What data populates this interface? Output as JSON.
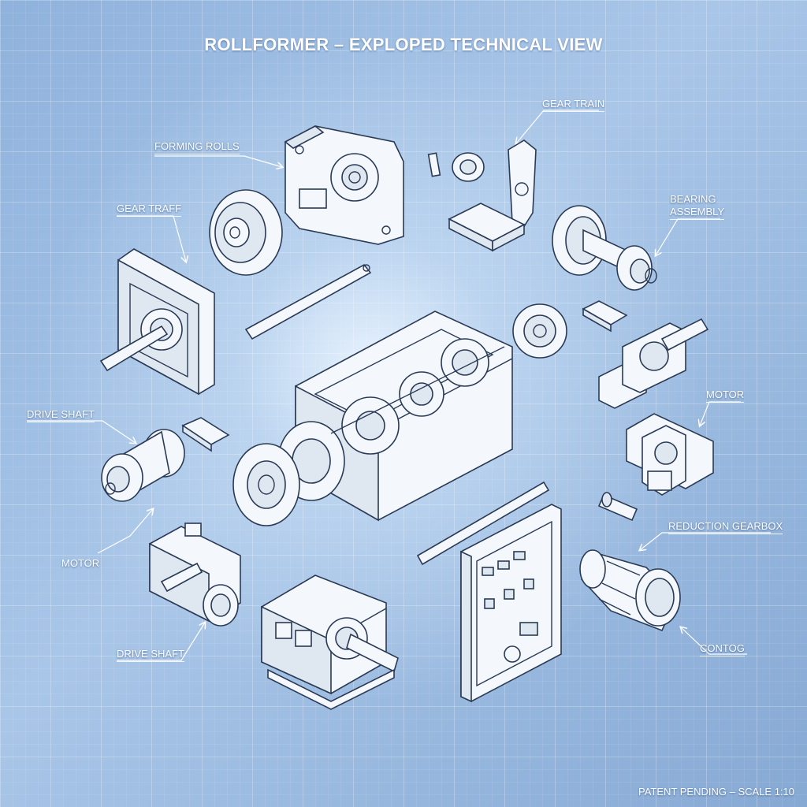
{
  "title": "ROLLFORMER – EXPLOPED TECHNICAL VIEW",
  "labels": {
    "forming_rolls": "FORMING ROLLS",
    "gear_train": "GEAR TRAIN",
    "gear_traff": "GEAR TRAFF",
    "bearing_line1": "BEARING",
    "bearing_line2": "ASSEMBLY",
    "motor_right": "MOTOR",
    "drive_shaft_left": "DRIVE SHAFT",
    "motor_left": "MOTOR",
    "reduction_gearbox": "REDUCTION GEARBOX",
    "drive_shaft_bottom": "DRIVE SHAFT",
    "control": "CONTOG"
  },
  "footer": "PATENT PENDING – SCALE 1:10",
  "colors": {
    "background": "#9dbde3",
    "line_art": "#2a3a55",
    "part_fill": "#f4f8fc",
    "label_text": "#ffffff"
  }
}
